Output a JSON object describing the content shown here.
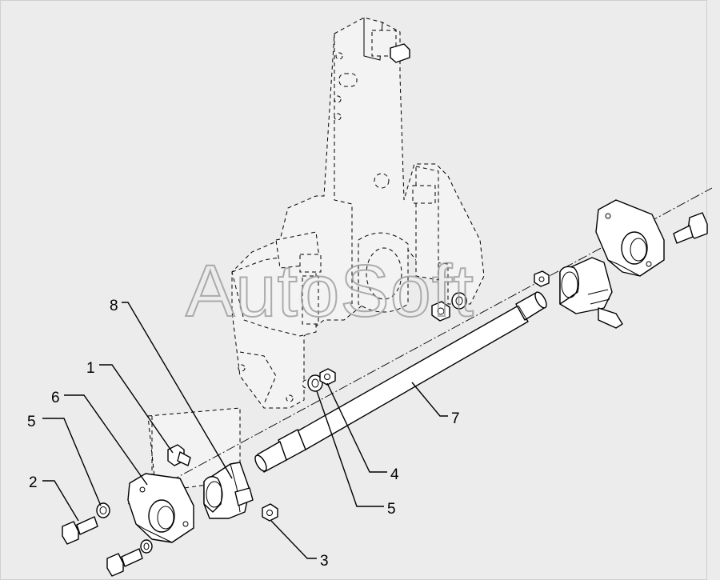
{
  "watermark": "AutoSoft",
  "callouts": [
    {
      "id": "c8",
      "label": "8"
    },
    {
      "id": "c1",
      "label": "1"
    },
    {
      "id": "c6",
      "label": "6"
    },
    {
      "id": "c5a",
      "label": "5"
    },
    {
      "id": "c2",
      "label": "2"
    },
    {
      "id": "c7",
      "label": "7"
    },
    {
      "id": "c4",
      "label": "4"
    },
    {
      "id": "c5b",
      "label": "5"
    },
    {
      "id": "c3",
      "label": "3"
    }
  ]
}
